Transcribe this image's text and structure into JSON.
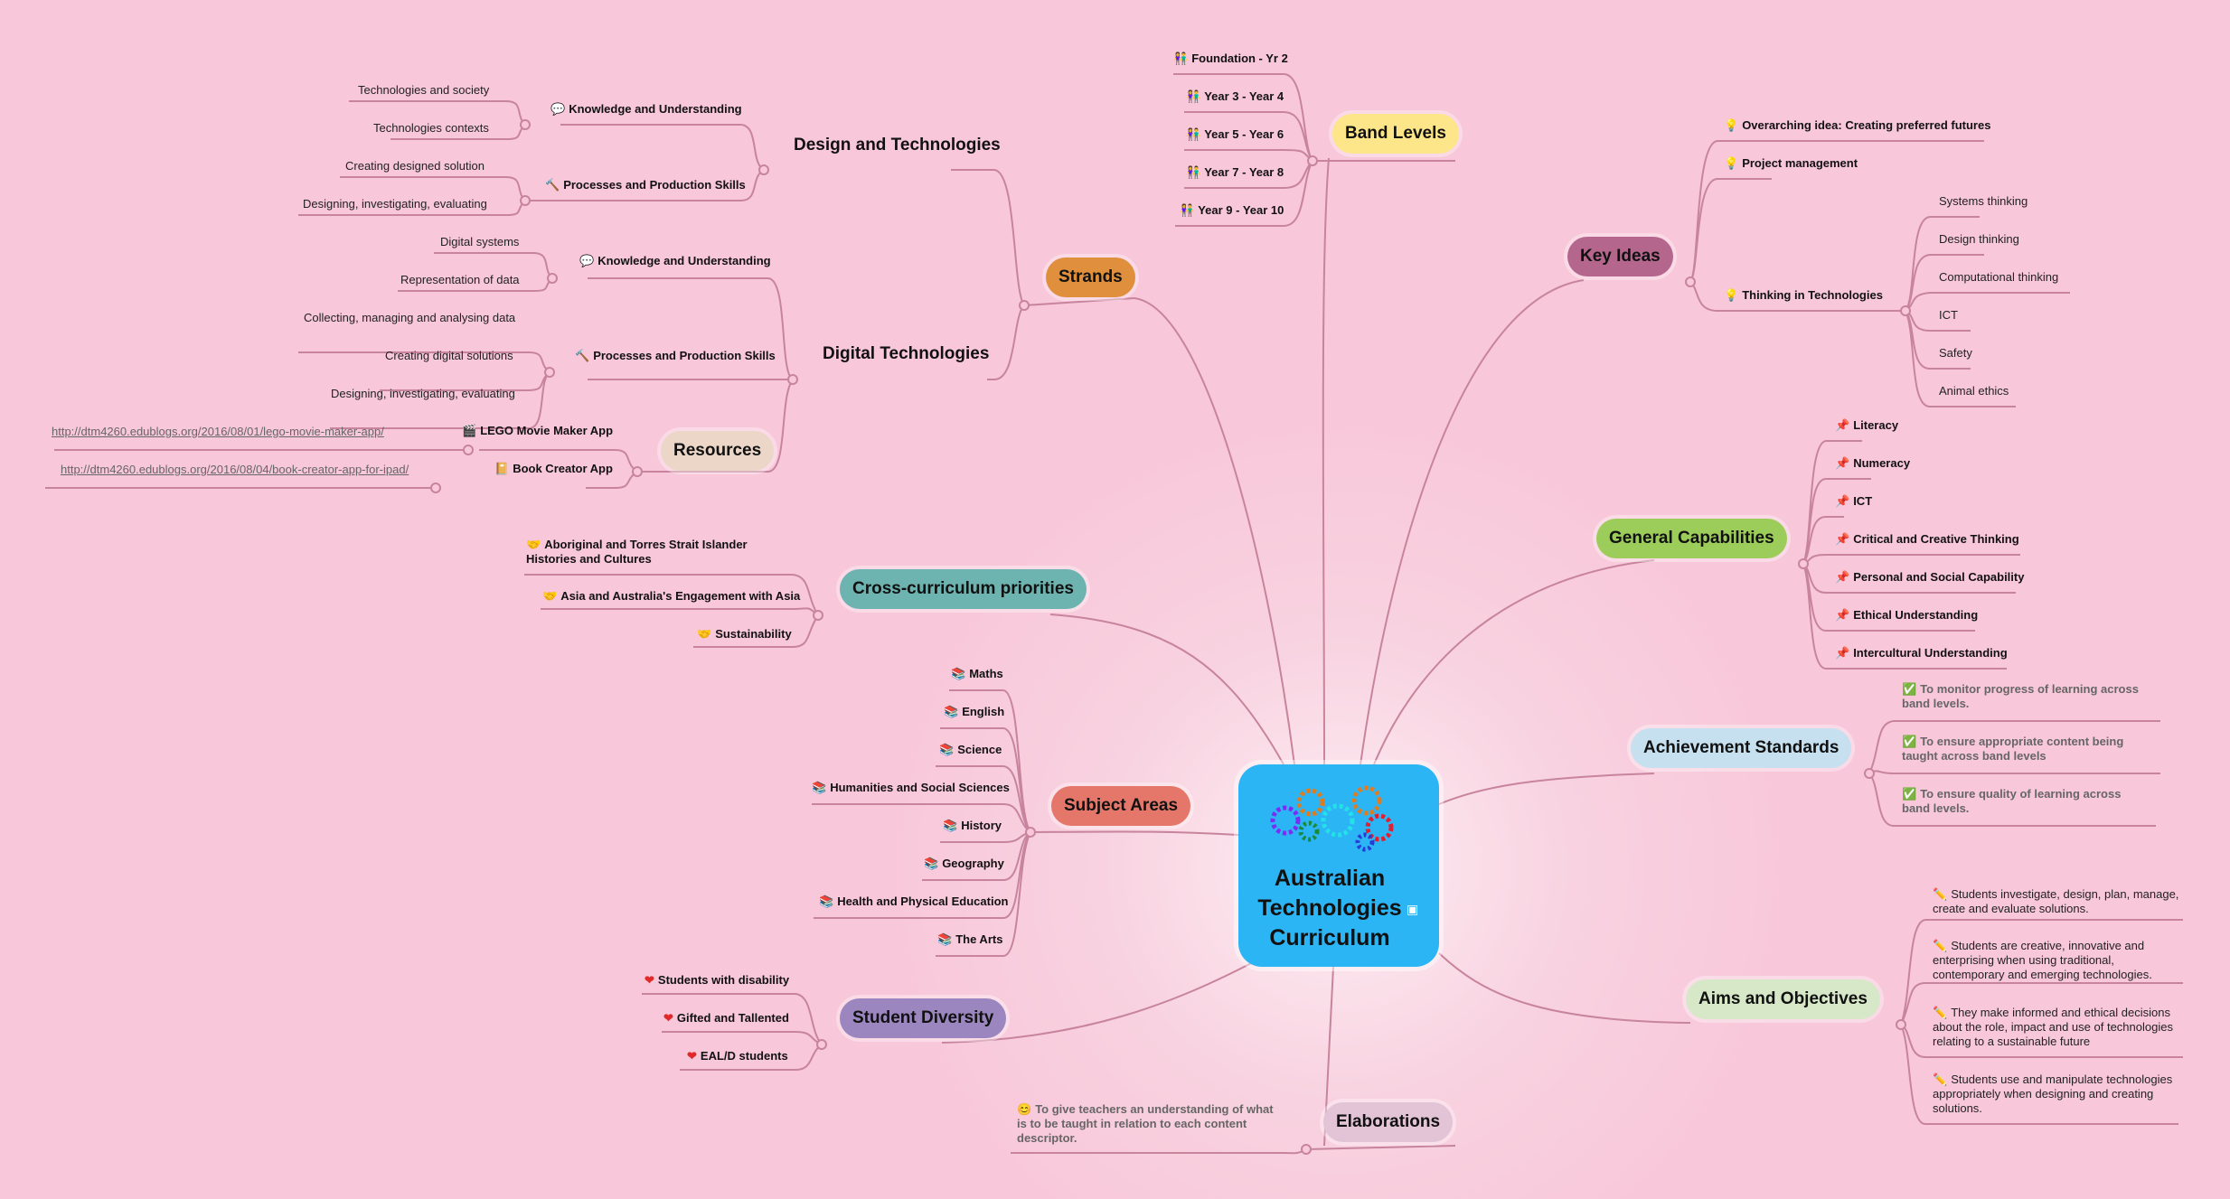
{
  "center": {
    "title": "Australian Technologies Curriculum",
    "image_icon": "image-icon"
  },
  "branches": {
    "strands": "Strands",
    "band_levels": "Band Levels",
    "key_ideas": "Key Ideas",
    "general_capabilities": "General Capabilities",
    "achievement_standards": "Achievement Standards",
    "aims_objectives": "Aims and Objectives",
    "elaborations": "Elaborations",
    "student_diversity": "Student Diversity",
    "subject_areas": "Subject Areas",
    "cross_curriculum": "Cross-curriculum priorities",
    "resources": "Resources"
  },
  "band_levels": [
    "Foundation - Yr 2",
    "Year 3 - Year 4",
    "Year 5 - Year 6",
    "Year 7 - Year 8",
    "Year 9 - Year 10"
  ],
  "strands": {
    "design_tech": {
      "label": "Design and Technologies",
      "ku": "Knowledge and Understanding",
      "ku_items": [
        "Technologies and society",
        "Technologies contexts"
      ],
      "pps": "Processes and Production Skills",
      "pps_items": [
        "Creating designed solution",
        "Designing, investigating, evaluating"
      ]
    },
    "digital_tech": {
      "label": "Digital Technologies",
      "ku": "Knowledge and Understanding",
      "ku_items": [
        "Digital systems",
        "Representation of data"
      ],
      "pps": "Processes and Production Skills",
      "pps_items": [
        "Collecting, managing and analysing data",
        "Creating digital solutions",
        "Designing, investigating, evaluating"
      ]
    },
    "resources": [
      {
        "label": "LEGO Movie Maker App",
        "url": "http://dtm4260.edublogs.org/2016/08/01/lego-movie-maker-app/"
      },
      {
        "label": "Book Creator App",
        "url": "http://dtm4260.edublogs.org/2016/08/04/book-creator-app-for-ipad/"
      }
    ]
  },
  "key_ideas": {
    "overarching": "Overarching idea: Creating preferred futures",
    "project": "Project management",
    "thinking": "Thinking in Technologies",
    "thinking_items": [
      "Systems thinking",
      "Design thinking",
      "Computational thinking",
      "ICT",
      "Safety",
      "Animal ethics"
    ]
  },
  "general_capabilities": [
    "Literacy",
    "Numeracy",
    "ICT",
    "Critical and Creative Thinking",
    "Personal and Social Capability",
    "Ethical Understanding",
    "Intercultural Understanding"
  ],
  "achievement_standards": [
    "To monitor progress of learning across band levels.",
    "To ensure appropriate content being taught across band levels",
    "To ensure quality of learning across band levels."
  ],
  "aims": [
    "Students investigate, design, plan, manage, create and evaluate solutions.",
    "Students are creative, innovative and enterprising when using traditional, contemporary and emerging technologies.",
    "They make informed and ethical decisions about the role, impact and use of technologies relating to a sustainable future",
    "Students use and manipulate technologies appropriately when designing and creating solutions."
  ],
  "elaborations": [
    "To give teachers an understanding of what is to be taught in relation to each content descriptor."
  ],
  "student_diversity": [
    "Students with disability",
    "Gifted and Tallented",
    "EAL/D students"
  ],
  "subject_areas": [
    "Maths",
    "English",
    "Science",
    "Humanities and Social Sciences",
    "History",
    "Geography",
    "Health and Physical Education",
    "The Arts"
  ],
  "cross_curriculum": [
    "Aboriginal and Torres Strait Islander Histories and Cultures",
    "Asia and Australia's Engagement with Asia",
    "Sustainability"
  ],
  "colors": {
    "background": "#f8c7d9",
    "line": "#c7849c",
    "center": "#2cb5f4",
    "strands": "#e08f3d",
    "band_levels": "#fde68a",
    "key_ideas": "#b5668d",
    "general_capabilities": "#9ccc5a",
    "achievement_standards": "#c6e0ef",
    "aims_objectives": "#d7e8c8",
    "elaborations": "#e3c3d6",
    "student_diversity": "#9b86bf",
    "subject_areas": "#e5776a",
    "cross_curriculum": "#6db3b0",
    "resources": "#ecd6c8"
  }
}
